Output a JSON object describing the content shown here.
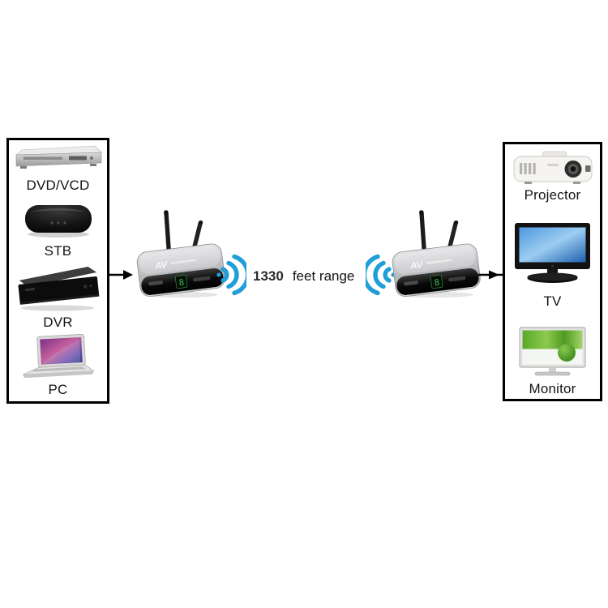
{
  "range": {
    "value": "1330",
    "unit": "feet range"
  },
  "sources": {
    "items": [
      {
        "label": "DVD/VCD",
        "icon": "dvd-player-icon"
      },
      {
        "label": "STB",
        "icon": "set-top-box-icon"
      },
      {
        "label": "DVR",
        "icon": "dvr-icon"
      },
      {
        "label": "PC",
        "icon": "laptop-icon"
      }
    ]
  },
  "displays": {
    "items": [
      {
        "label": "Projector",
        "icon": "projector-icon"
      },
      {
        "label": "TV",
        "icon": "tv-icon"
      },
      {
        "label": "Monitor",
        "icon": "monitor-icon"
      }
    ]
  },
  "transmitter": {
    "marking": "AV",
    "display_digit": "8"
  },
  "receiver": {
    "marking": "AV",
    "display_digit": "8"
  },
  "colors": {
    "wifi_blue": "#1f9ed9",
    "display_green": "#35c04a",
    "arrow_black": "#000000",
    "device_silver": "#c9cacc"
  }
}
